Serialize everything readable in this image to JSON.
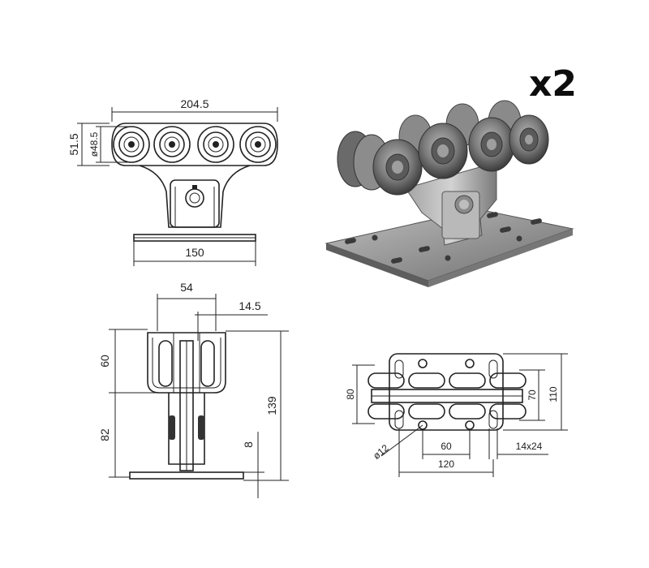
{
  "quantity_label": "x2",
  "front_view": {
    "width_total": "204.5",
    "height": "51.5",
    "wheel_diameter": "ø48.5",
    "base_width": "150"
  },
  "side_view": {
    "width": "54",
    "offset": "14.5",
    "upper_height": "60",
    "lower_height": "82",
    "total_height": "139",
    "plate_thickness": "8"
  },
  "top_view": {
    "plate_height": "80",
    "inner_height": "70",
    "outer_height": "110",
    "hole_diameter": "ø12",
    "hole_spacing": "60",
    "slot_size": "14x24",
    "plate_length": "120"
  }
}
